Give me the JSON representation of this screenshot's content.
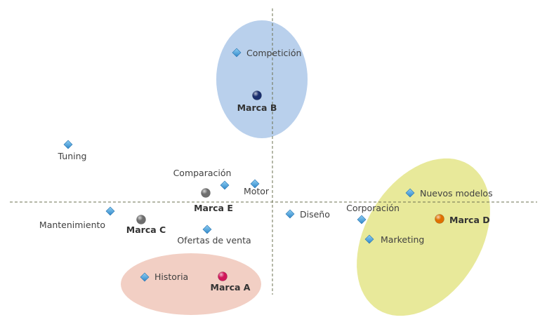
{
  "chart_data": {
    "type": "scatter",
    "title": "",
    "xlabel": "",
    "ylabel": "",
    "xlim": [
      -37.4,
      37.7
    ],
    "ylim": [
      -13.2,
      27.6
    ],
    "grid": false,
    "axes_style": "dashed crosshair at origin",
    "attributes": [
      {
        "label": "Competición",
        "x": -5.1,
        "y": 21.3
      },
      {
        "label": "Tuning",
        "x": -29.1,
        "y": 8.2
      },
      {
        "label": "Comparación",
        "x": -6.8,
        "y": 2.4
      },
      {
        "label": "Motor",
        "x": -2.5,
        "y": 2.6
      },
      {
        "label": "Mantenimiento",
        "x": -23.1,
        "y": -1.3
      },
      {
        "label": "Ofertas de venta",
        "x": -9.3,
        "y": -3.9
      },
      {
        "label": "Historia",
        "x": -18.2,
        "y": -10.7
      },
      {
        "label": "Diseño",
        "x": 2.5,
        "y": -1.7
      },
      {
        "label": "Corporación",
        "x": 12.7,
        "y": -2.5
      },
      {
        "label": "Nuevos modelos",
        "x": 19.6,
        "y": 1.3
      },
      {
        "label": "Marketing",
        "x": 13.8,
        "y": -5.3
      }
    ],
    "brands": [
      {
        "label": "Marca B",
        "x": -2.2,
        "y": 15.2,
        "color": "#1a2f6e"
      },
      {
        "label": "Marca E",
        "x": -9.5,
        "y": 1.3,
        "color": "#6e6e6e"
      },
      {
        "label": "Marca C",
        "x": -18.7,
        "y": -2.5,
        "color": "#6e6e6e"
      },
      {
        "label": "Marca A",
        "x": -7.1,
        "y": -10.6,
        "color": "#d0175a"
      },
      {
        "label": "Marca D",
        "x": 23.8,
        "y": -2.4,
        "color": "#e07000"
      }
    ],
    "clusters": [
      {
        "brand": "Marca B",
        "color": "#b9d0ec"
      },
      {
        "brand": "Marca A",
        "color": "#f2cfc4"
      },
      {
        "brand": "Marca D",
        "color": "#e8e99a"
      }
    ],
    "marker_color": "#4aa3df"
  }
}
